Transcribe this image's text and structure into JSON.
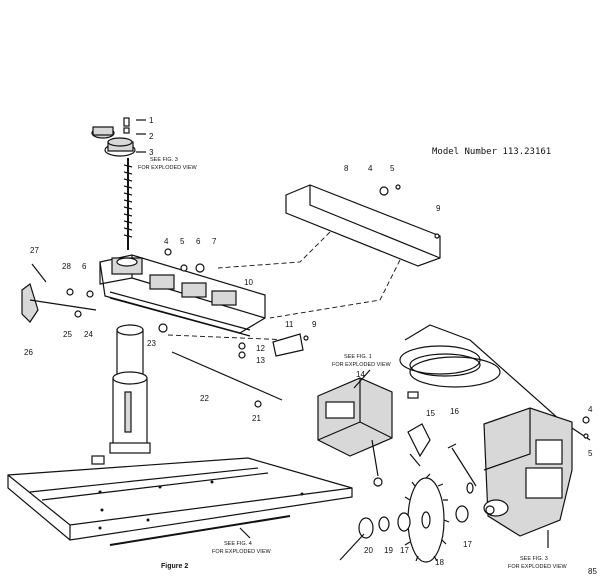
{
  "header": {
    "model_number": "Model Number 113.23161"
  },
  "figure": {
    "caption": "Figure 2",
    "page_number": "85"
  },
  "references": {
    "see_fig_3_top": [
      "SEE FIG. 3",
      "FOR EXPLODED VIEW"
    ],
    "see_fig_1": [
      "SEE FIG. 1",
      "FOR EXPLODED VIEW"
    ],
    "see_fig_4": [
      "SEE FIG. 4",
      "FOR EXPLODED VIEW"
    ],
    "see_fig_3_motor": [
      "SEE FIG. 3",
      "FOR EXPLODED VIEW"
    ]
  },
  "callouts": {
    "c1": "1",
    "c2": "2",
    "c3": "3",
    "c4a": "4",
    "c5a": "5",
    "c4b": "4",
    "c5b": "5",
    "c6a": "6",
    "c7": "7",
    "c8": "8",
    "c9a": "9",
    "c10": "10",
    "c11": "11",
    "c9b": "9",
    "c12": "12",
    "c13": "13",
    "c14": "14",
    "c15": "15",
    "c16": "16",
    "c4c": "4",
    "c5c": "5",
    "c17a": "17",
    "c17b": "17",
    "c18": "18",
    "c19": "19",
    "c20": "20",
    "c21": "21",
    "c22": "22",
    "c23": "23",
    "c24": "24",
    "c25": "25",
    "c26": "26",
    "c27": "27",
    "c28": "28",
    "c6b": "6"
  },
  "colors": {
    "ink": "#111111",
    "paper": "#ffffff"
  }
}
